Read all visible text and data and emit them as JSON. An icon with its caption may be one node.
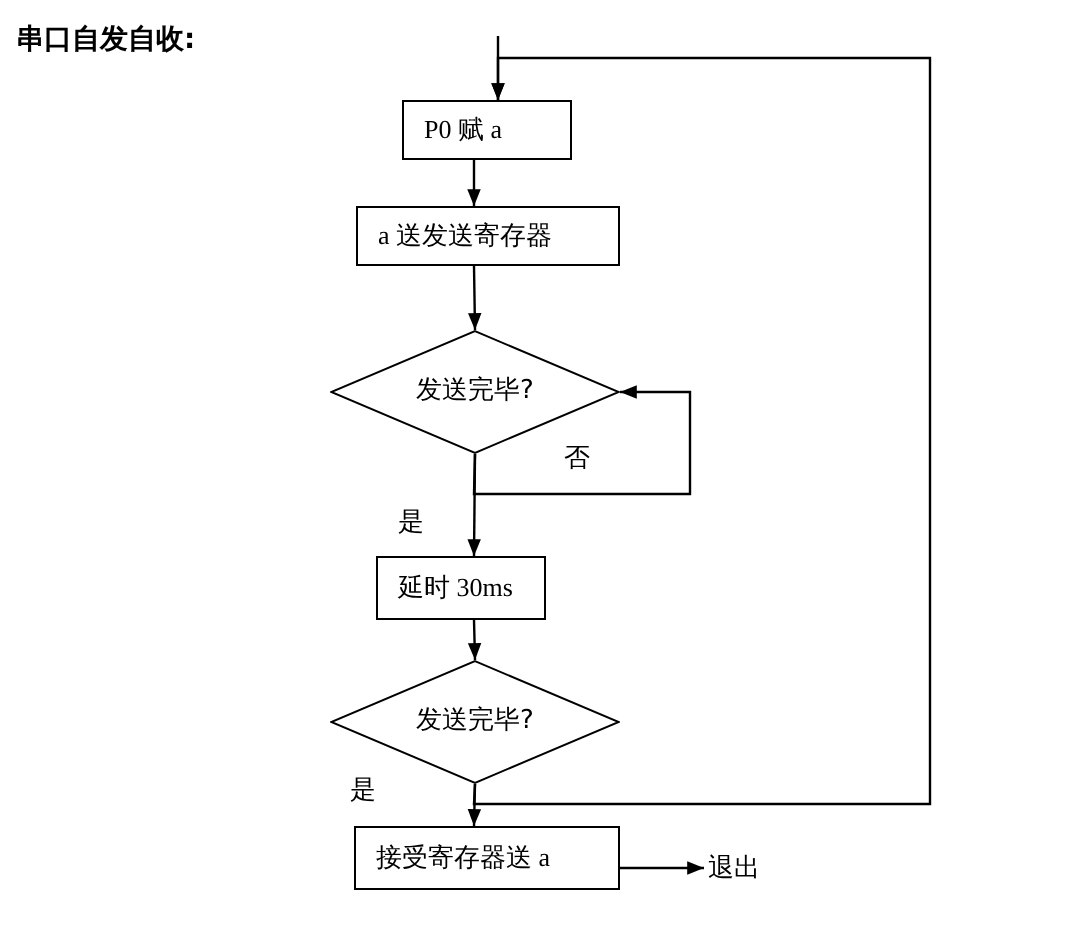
{
  "diagram": {
    "title": "串口自发自收:",
    "nodes": [
      {
        "text": [
          "P0 赋 a"
        ]
      },
      {
        "text": [
          "a 送发送寄存器"
        ]
      },
      {
        "text": [
          "发送完毕?"
        ]
      },
      {
        "text": [
          "延时 30ms"
        ]
      },
      {
        "text": [
          "发送完毕?"
        ]
      },
      {
        "text": [
          "接受寄存器送 a"
        ]
      },
      {
        "text": [
          "退出"
        ]
      }
    ],
    "edges": [
      {
        "from": null,
        "to": 0,
        "arrow": "to"
      },
      {
        "from": 0,
        "to": 1,
        "arrow": "to"
      },
      {
        "from": 1,
        "to": 2,
        "arrow": "to"
      },
      {
        "from": 2,
        "to": 2,
        "arrow": "to",
        "label": "否"
      },
      {
        "from": 2,
        "to": 3,
        "arrow": "to",
        "label": "是"
      },
      {
        "from": 3,
        "to": 4,
        "arrow": "to"
      },
      {
        "from": 4,
        "to": 5,
        "arrow": "to",
        "label": "是"
      },
      {
        "from": 4,
        "to": 0,
        "arrow": "to"
      },
      {
        "from": 5,
        "to": 6,
        "arrow": "to"
      }
    ]
  }
}
